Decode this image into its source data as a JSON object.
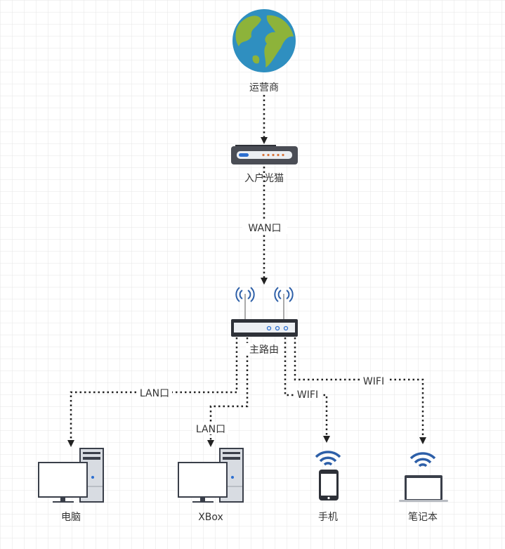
{
  "nodes": {
    "isp": {
      "label": "运营商",
      "icon": "globe-icon"
    },
    "modem": {
      "label": "入户光猫",
      "icon": "modem-icon"
    },
    "router": {
      "label": "主路由",
      "icon": "router-icon"
    },
    "pc": {
      "label": "电脑",
      "icon": "desktop-computer-icon"
    },
    "xbox": {
      "label": "XBox",
      "icon": "desktop-computer-icon"
    },
    "phone": {
      "label": "手机",
      "icon": "smartphone-icon"
    },
    "laptop": {
      "label": "笔记本",
      "icon": "laptop-icon"
    }
  },
  "edges": {
    "isp_modem": {
      "label": ""
    },
    "modem_router": {
      "label": "WAN口"
    },
    "router_pc": {
      "label": "LAN口"
    },
    "router_xbox": {
      "label": "LAN口"
    },
    "router_phone": {
      "label": "WIFI"
    },
    "router_laptop": {
      "label": "WIFI"
    }
  },
  "colors": {
    "wifi": "#2d5fa8",
    "device_dark": "#3a3f4a",
    "globe_ocean": "#2f8fc0",
    "globe_land": "#8db33a"
  }
}
